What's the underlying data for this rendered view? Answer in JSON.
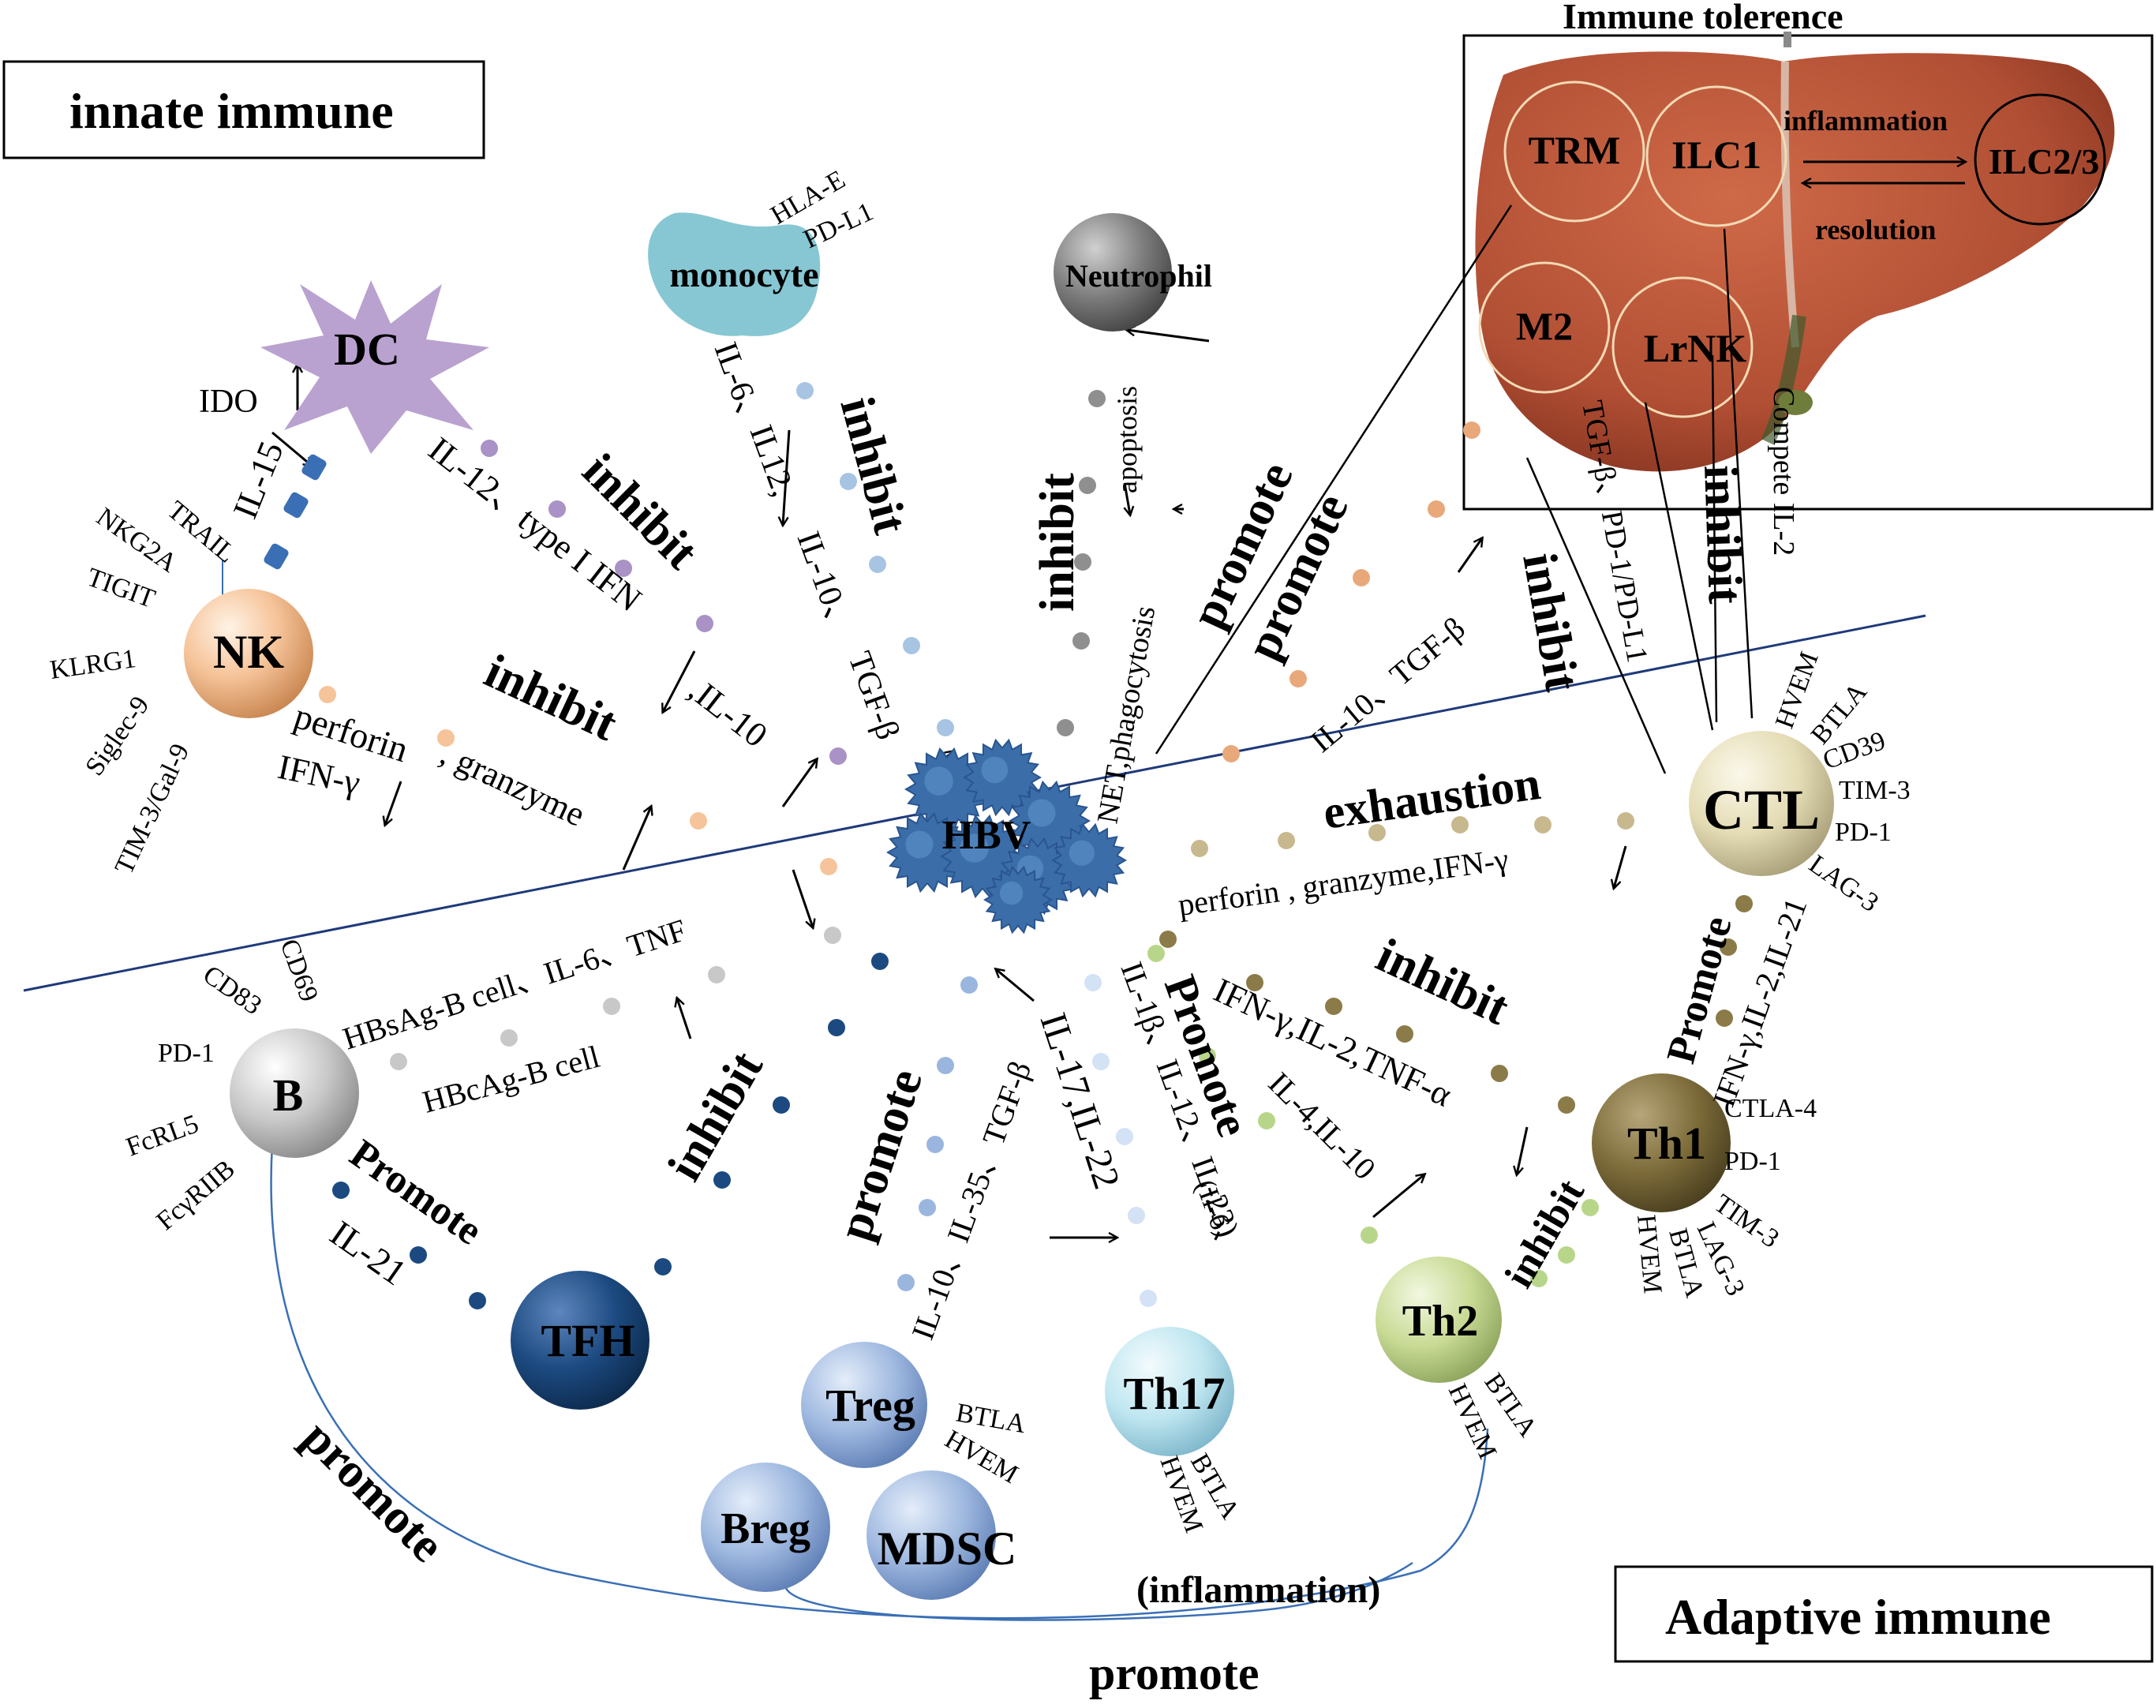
{
  "titles": {
    "innate": "innate immune",
    "adaptive": "Adaptive immune",
    "tolerance": "Immune tolerence"
  },
  "colors": {
    "divider": "#1f3a7a",
    "liver": "#b14f34",
    "nk": "#f6c49a",
    "dc": "#b9a2cf",
    "monocyte": "#86c7d3",
    "neutrophil": "#7d7d7d",
    "hbv": "#3b6ea8",
    "ctl": "#e4dcb4",
    "th1": "#7d6c3a",
    "th2": "#c8da94",
    "th17": "#bfe6f0",
    "treg": "#9eb8df",
    "tfh": "#1c4a80",
    "b": "#c8c8c8"
  },
  "cells": {
    "nk": "NK",
    "dc": "DC",
    "monocyte": "monocyte",
    "neutrophil": "Neutrophil",
    "hbv": "HBV",
    "ctl": "CTL",
    "th1": "Th1",
    "th2": "Th2",
    "th17": "Th17",
    "treg": "Treg",
    "breg": "Breg",
    "mdsc": "MDSC",
    "tfh": "TFH",
    "b": "B"
  },
  "liver": {
    "trm": "TRM",
    "ilc1": "ILC1",
    "ilc23": "ILC2/3",
    "m2": "M2",
    "lrnk": "LrNK",
    "inflammation": "inflammation",
    "resolution": "resolution"
  },
  "markers": {
    "nk": [
      "TRAIL",
      "NKG2A",
      "TIGIT",
      "KLRG1",
      "Siglec-9",
      "TIM-3/Gal-9"
    ],
    "monocyte": [
      "HLA-E",
      "PD-L1"
    ],
    "ctl": [
      "HVEM",
      "BTLA",
      "CD39",
      "TIM-3",
      "PD-1",
      "LAG-3"
    ],
    "th1": [
      "CTLA-4",
      "PD-1",
      "TIM-3",
      "LAG-3",
      "BTLA",
      "HVEM"
    ],
    "b": [
      "CD69",
      "CD83",
      "PD-1",
      "FcRL5",
      "FcγRIIB"
    ],
    "treg": [
      "BTLA",
      "HVEM"
    ],
    "th17": [
      "BTLA",
      "HVEM"
    ],
    "th2": [
      "BTLA",
      "HVEM"
    ]
  },
  "labels": {
    "ido": "IDO",
    "il15": "IL-15",
    "il12_ifn": "IL-12、type I IFN",
    "il10_a": ",IL-10",
    "perforin": "perforin",
    "granzyme": ", granzyme",
    "ifng": "IFN-γ",
    "mono_il6": "IL-6、",
    "mono_il12": "IL12,",
    "mono_il10": "IL-10、",
    "mono_tgf": "TGF-β",
    "apoptosis": "apoptosis",
    "net": "NET,phagocytosis",
    "il10_tgf": "IL-10、TGF-β",
    "tgf_pd": "TGF-β、PD-1/PD-L1",
    "compete": "Compete IL-2",
    "exhaustion": "exhaustion",
    "ctl_cyto": "perforin , granzyme,IFN-γ",
    "th1_cyto": "IFN-γ,IL-2,IL-21",
    "ifn_il2_tnf": "IFN-γ,IL-2,TNF-α",
    "il4_il10": "IL-4,IL-10",
    "il1b": "IL-1β、IL-12、IL-23)",
    "il6_prom": "(Il-6、",
    "il17": "IL-17,IL-22",
    "il10_il35": "IL-10、IL-35、TGF-β",
    "hbsag": "HBsAg-B cell、IL-6、TNF",
    "hbcag": "HBcAg-B cell",
    "il21": "IL-21",
    "inflammation_paren": "(inflammation)"
  },
  "actions": {
    "inhibit": "inhibit",
    "promote": "promote",
    "promote_cap": "Promote"
  }
}
